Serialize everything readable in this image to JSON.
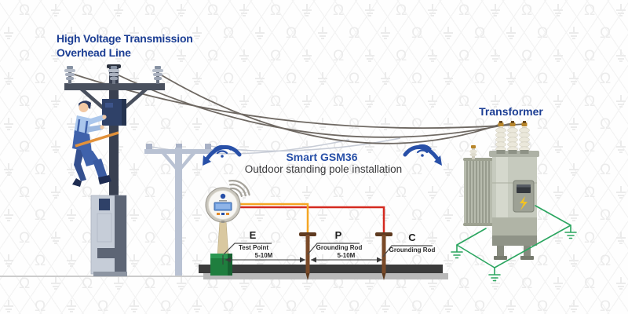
{
  "header": {
    "overhead_title_line1": "High Voltage Transmission",
    "overhead_title_line2": "Overhead Line"
  },
  "center": {
    "device_name": "Smart GSM36",
    "installation_caption": "Outdoor standing pole installation"
  },
  "transformer": {
    "label": "Transformer"
  },
  "measurement": {
    "points": [
      {
        "letter": "E",
        "label": "Test Point"
      },
      {
        "letter": "P",
        "label": "Grounding Rod"
      },
      {
        "letter": "C",
        "label": "Grounding Rod"
      }
    ],
    "distance_e_p": "5-10M",
    "distance_p_c": "5-10M"
  },
  "watermark": {
    "omega_symbol": "Ω"
  },
  "icons": {
    "wifi_icon": "wifi-arcs",
    "curved_arrow_icon": "blue-curved-arrow",
    "earth_ground_icon": "ground-bars",
    "lightning_icon": "lightning-bolt"
  },
  "colors": {
    "title_blue": "#1c3e94",
    "accent_blue": "#2850a8",
    "wire_orange": "#f5a623",
    "wire_red": "#d42a20",
    "ground_green": "#2aa55f",
    "earth_dark": "#3b3b3b"
  }
}
